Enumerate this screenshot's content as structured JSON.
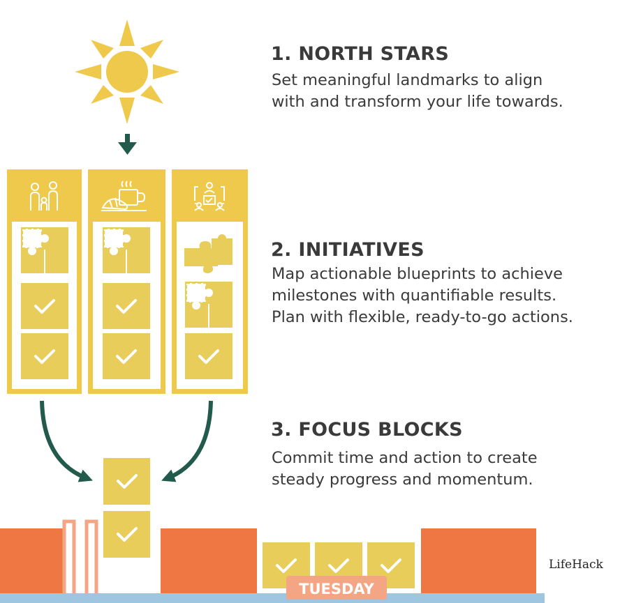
{
  "steps": [
    {
      "heading": "1. NORTH STARS",
      "lines": [
        "Set meaningful landmarks to align",
        "with and transform your life towards."
      ]
    },
    {
      "heading": "2. INITIATIVES",
      "lines": [
        "Map actionable blueprints to achieve",
        "milestones with quantifiable results.",
        "Plan with flexible, ready-to-go actions."
      ]
    },
    {
      "heading": "3. FOCUS BLOCKS",
      "lines": [
        "Commit time and action to create",
        "steady progress and momentum."
      ]
    }
  ],
  "calendar": {
    "day_label": "TUESDAY"
  },
  "brand": {
    "logo_text": "LifeHack"
  },
  "colors": {
    "yellow": "#efc94c",
    "block": "#e8cd5a",
    "green": "#225b4b",
    "orange": "#ef7743",
    "peach": "#f4a583",
    "blue": "#9fc6e0",
    "text": "#3a3a3a"
  },
  "icons": [
    "sun-icon",
    "family-icon",
    "coffee-breakfast-icon",
    "team-task-icon",
    "puzzle-icon",
    "checkmark-icon",
    "arrow-down-icon",
    "curved-arrow-icon"
  ]
}
